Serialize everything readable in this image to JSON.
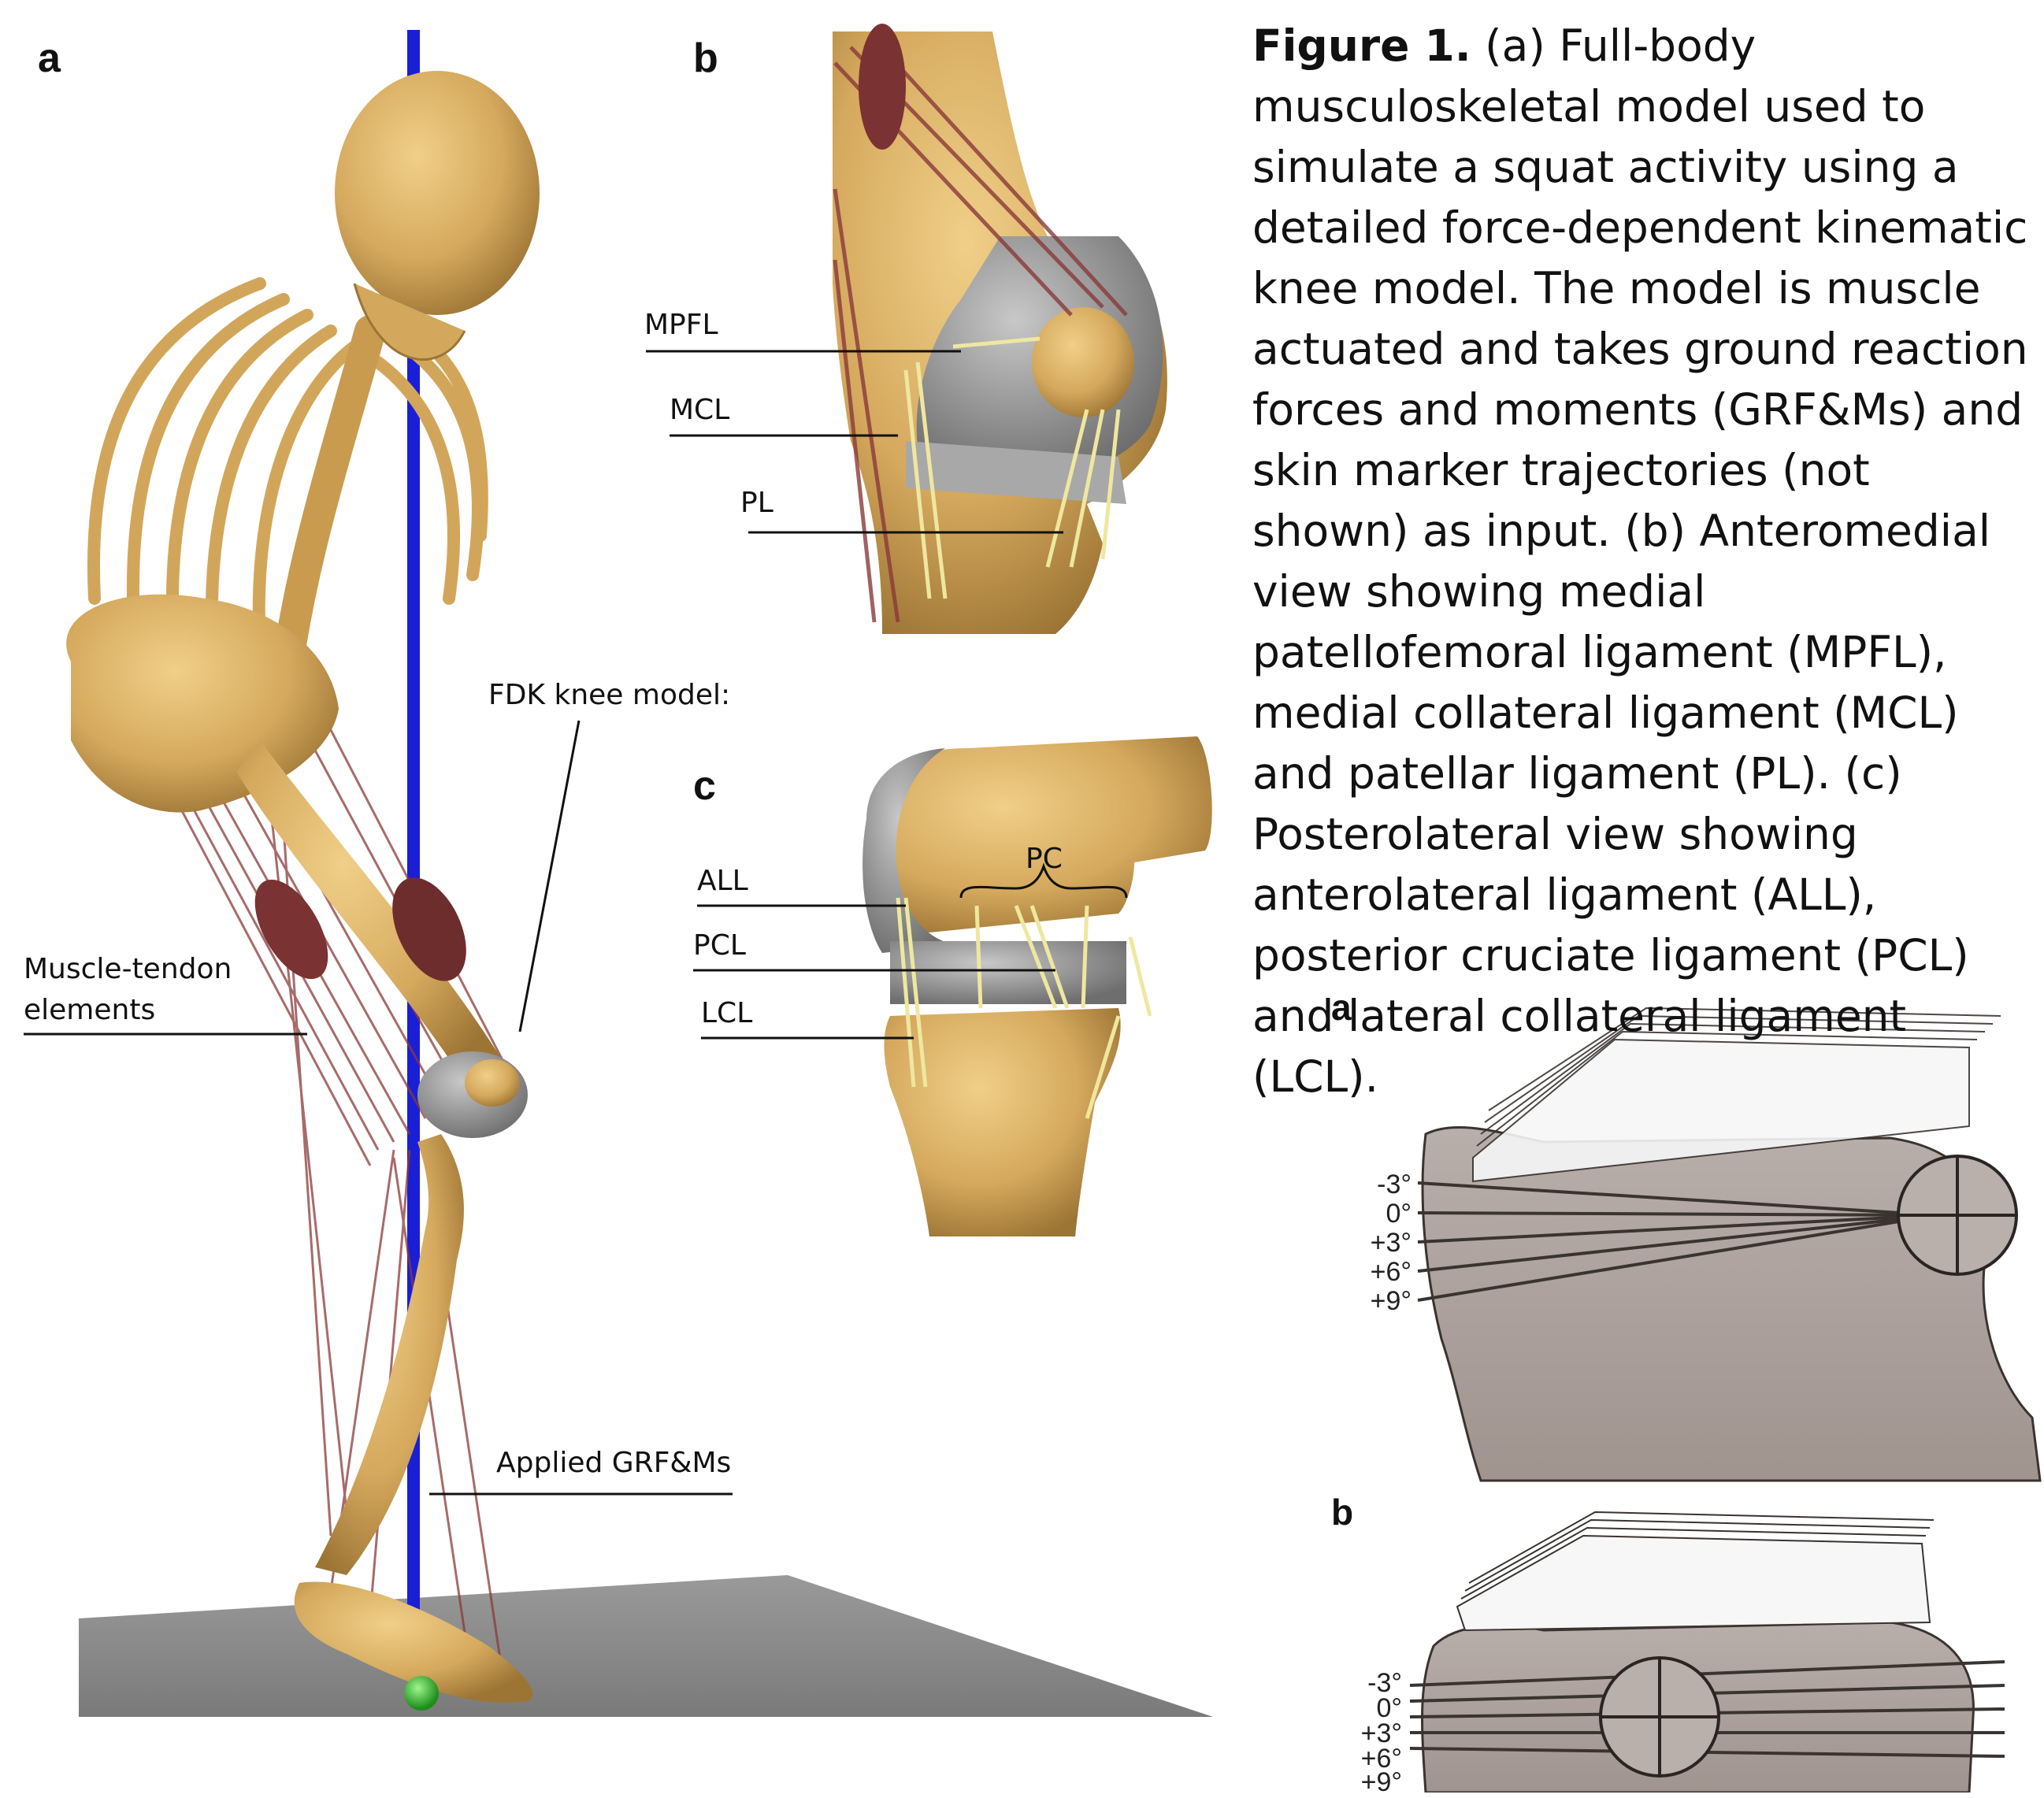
{
  "figure_left": {
    "panel_a": "a",
    "panel_b": "b",
    "panel_c": "c",
    "labels": {
      "muscle_tendon_line1": "Muscle-tendon",
      "muscle_tendon_line2": "elements",
      "fdk_knee": "FDK knee model:",
      "applied_grf": "Applied GRF&Ms",
      "mpfl": "MPFL",
      "mcl": "MCL",
      "pl": "PL",
      "all": "ALL",
      "pcl": "PCL",
      "lcl": "LCL",
      "pc": "PC"
    }
  },
  "caption": {
    "title": "Figure 1.",
    "text": " (a) Full-body musculoskeletal model used to simulate a squat activity using a detailed force-dependent kinematic knee model. The model is muscle actuated and takes ground reaction forces and moments (GRF&Ms) and skin marker trajectories (not shown) as input. (b) Anteromedial view showing medial patellofemoral ligament (MPFL), medial collateral ligament (MCL) and patellar ligament (PL). (c) Posterolateral view showing anterolateral ligament (ALL), posterior cruciate ligament (PCL) and lateral collateral ligament (LCL)."
  },
  "figure_right": {
    "panel_a": "a",
    "panel_b": "b",
    "angles_a": [
      "-3°",
      "0°",
      "+3°",
      "+6°",
      "+9°"
    ],
    "angles_b": [
      "-3°",
      "0°",
      "+3°",
      "+6°",
      "+9°"
    ]
  },
  "colors": {
    "bone": "#d8ad62",
    "muscle": "#8a3a3a",
    "ligament": "#eee7a0",
    "implant": "#8e8e8e",
    "axis": "#1a1fd6",
    "ground": "#858585",
    "tibia_section": "#a49893"
  }
}
